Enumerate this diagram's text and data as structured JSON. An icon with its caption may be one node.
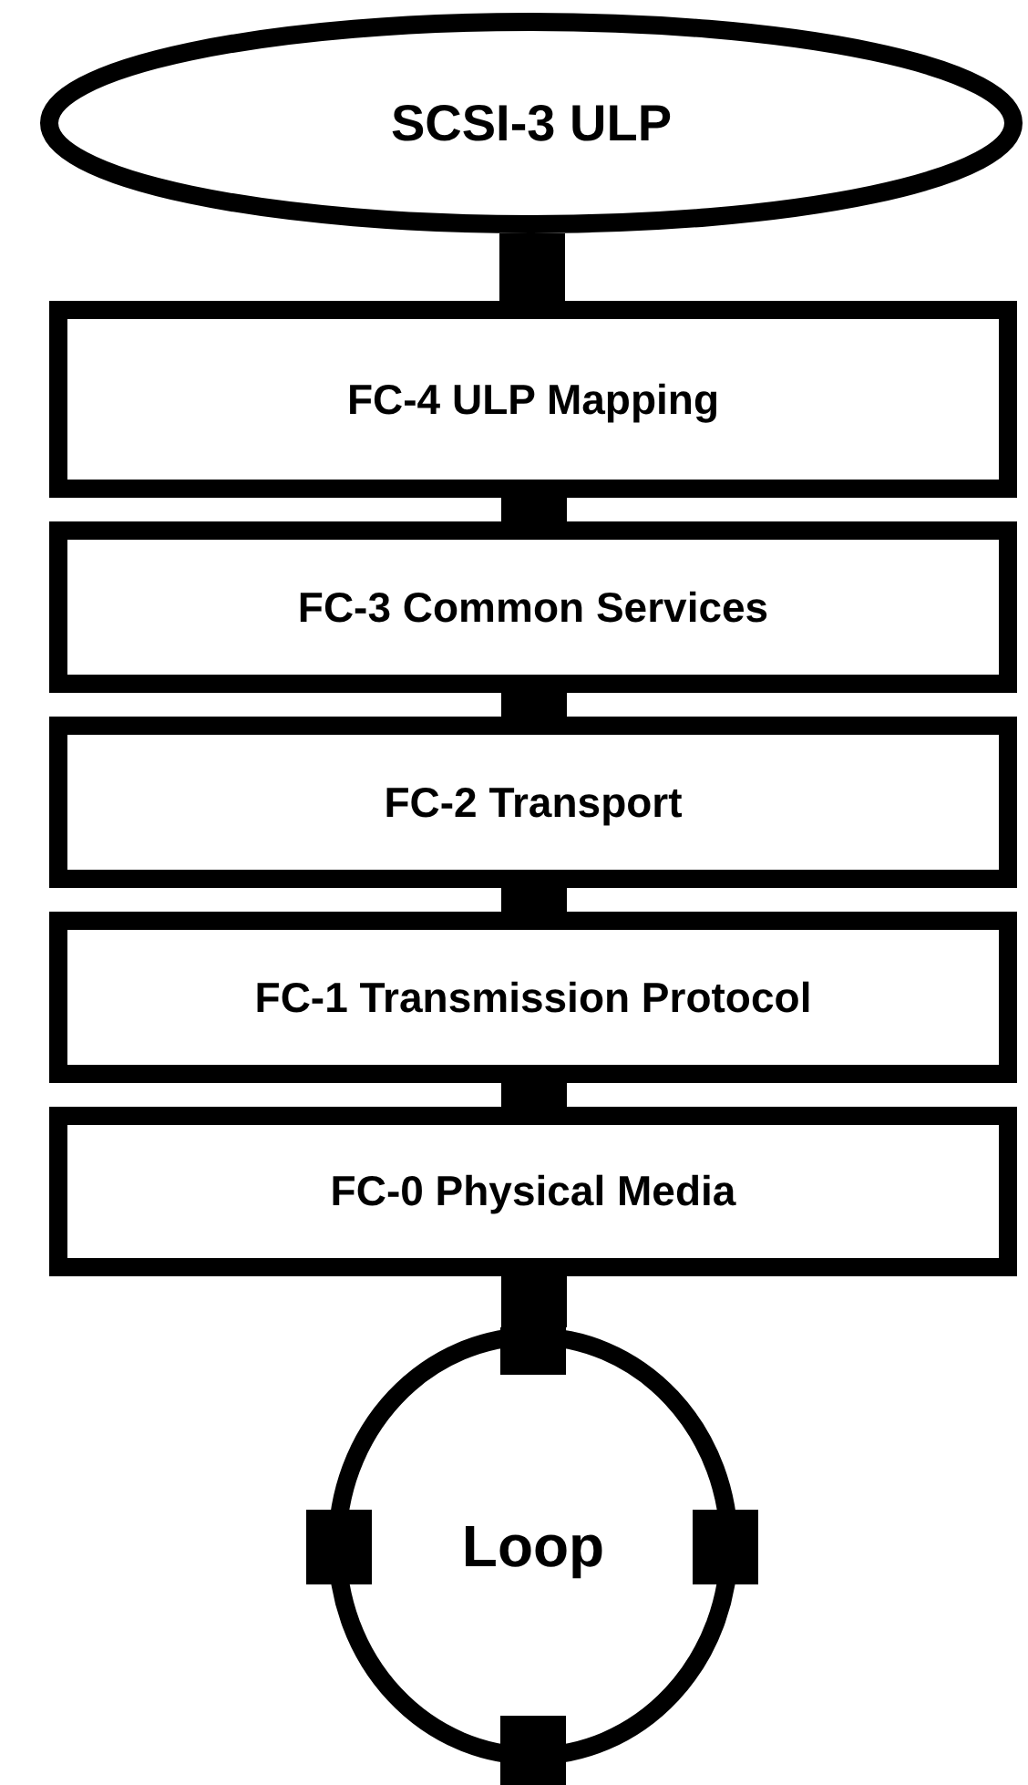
{
  "diagram": {
    "nodes": [
      {
        "text": [
          "SCSI-3 ULP"
        ]
      },
      {
        "text": [
          "FC-4 ULP Mapping"
        ]
      },
      {
        "text": [
          "FC-3 Common Services"
        ]
      },
      {
        "text": [
          "FC-2 Transport"
        ]
      },
      {
        "text": [
          "FC-1 Transmission Protocol"
        ]
      },
      {
        "text": [
          "FC-0 Physical Media"
        ]
      },
      {
        "text": [
          "Loop"
        ]
      }
    ],
    "edges": [
      {
        "from": 0,
        "to": 1,
        "arrow": "none"
      },
      {
        "from": 1,
        "to": 2,
        "arrow": "none"
      },
      {
        "from": 2,
        "to": 3,
        "arrow": "none"
      },
      {
        "from": 3,
        "to": 4,
        "arrow": "none"
      },
      {
        "from": 4,
        "to": 5,
        "arrow": "none"
      },
      {
        "from": 5,
        "to": 6,
        "arrow": "none"
      }
    ]
  }
}
